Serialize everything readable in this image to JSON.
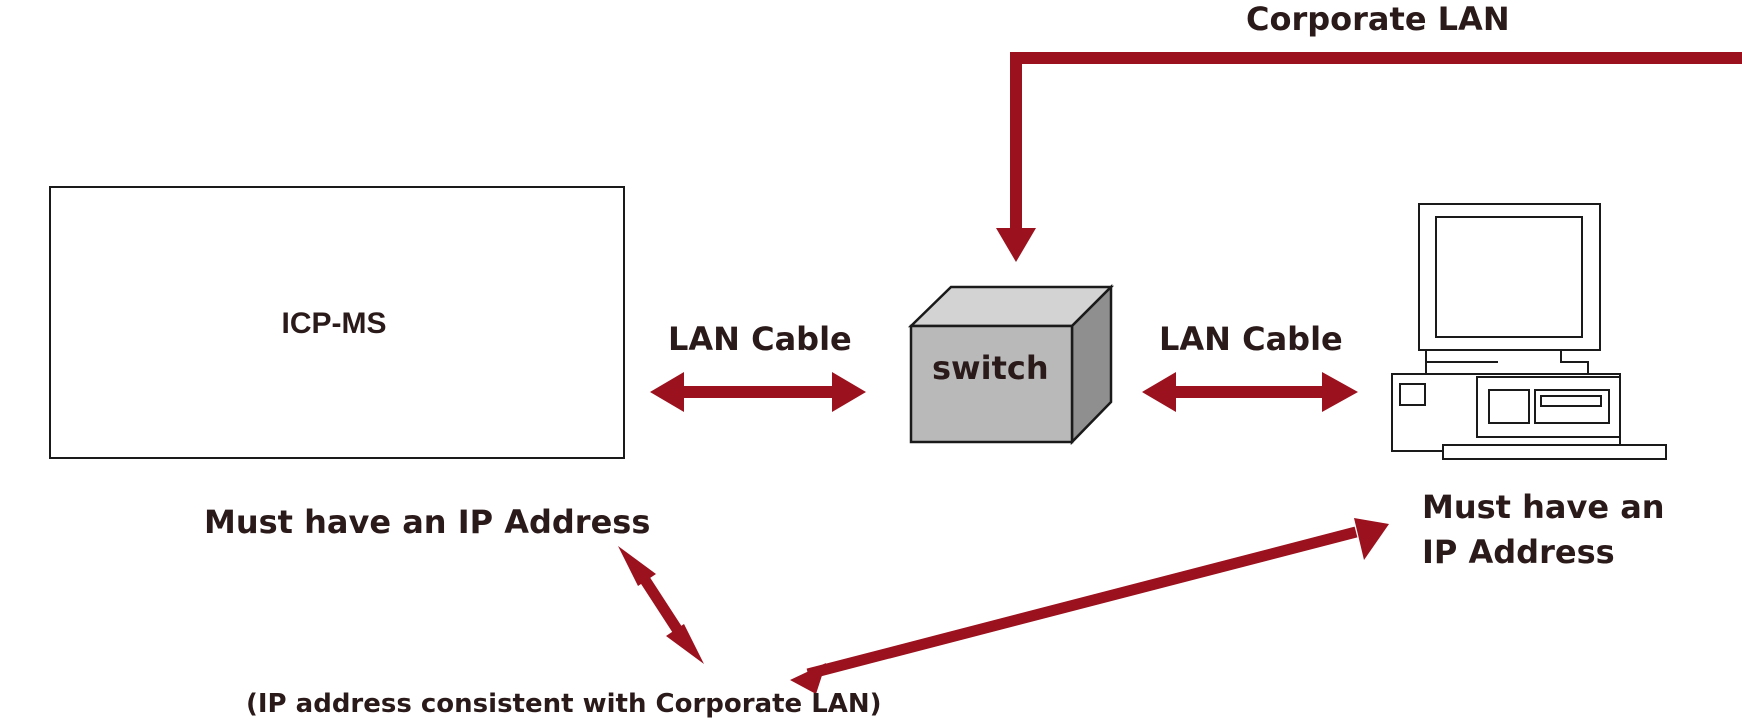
{
  "colors": {
    "accent": "#9b111e",
    "switch_front": "#b9b9b9",
    "switch_top": "#d3d3d3",
    "switch_side": "#8f8f8f",
    "outline": "#1a1a1a",
    "text": "#2b1a1a"
  },
  "labels": {
    "corporate_lan": "Corporate LAN",
    "icp_ms": "ICP-MS",
    "lan_cable_left": "LAN Cable",
    "lan_cable_right": "LAN Cable",
    "switch": "switch",
    "icp_ip_requirement": "Must have an IP Address",
    "pc_ip_requirement_line1": "Must have an",
    "pc_ip_requirement_line2": "IP Address",
    "ip_note": "(IP address consistent with Corporate LAN)"
  },
  "icons": {
    "pc": "desktop-computer-icon",
    "switch": "network-switch-icon"
  }
}
